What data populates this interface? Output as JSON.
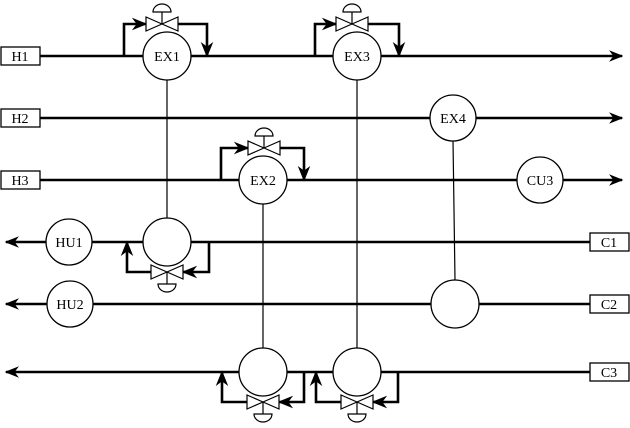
{
  "diagram": {
    "title": "Heat exchanger network with bypass control valves",
    "streams": {
      "hot": [
        {
          "id": "H1",
          "label": "H1"
        },
        {
          "id": "H2",
          "label": "H2"
        },
        {
          "id": "H3",
          "label": "H3"
        }
      ],
      "cold": [
        {
          "id": "C1",
          "label": "C1"
        },
        {
          "id": "C2",
          "label": "C2"
        },
        {
          "id": "C3",
          "label": "C3"
        }
      ]
    },
    "units": {
      "EX1": "EX1",
      "EX2": "EX2",
      "EX3": "EX3",
      "EX4": "EX4",
      "CU3": "CU3",
      "HU1": "HU1",
      "HU2": "HU2"
    }
  }
}
